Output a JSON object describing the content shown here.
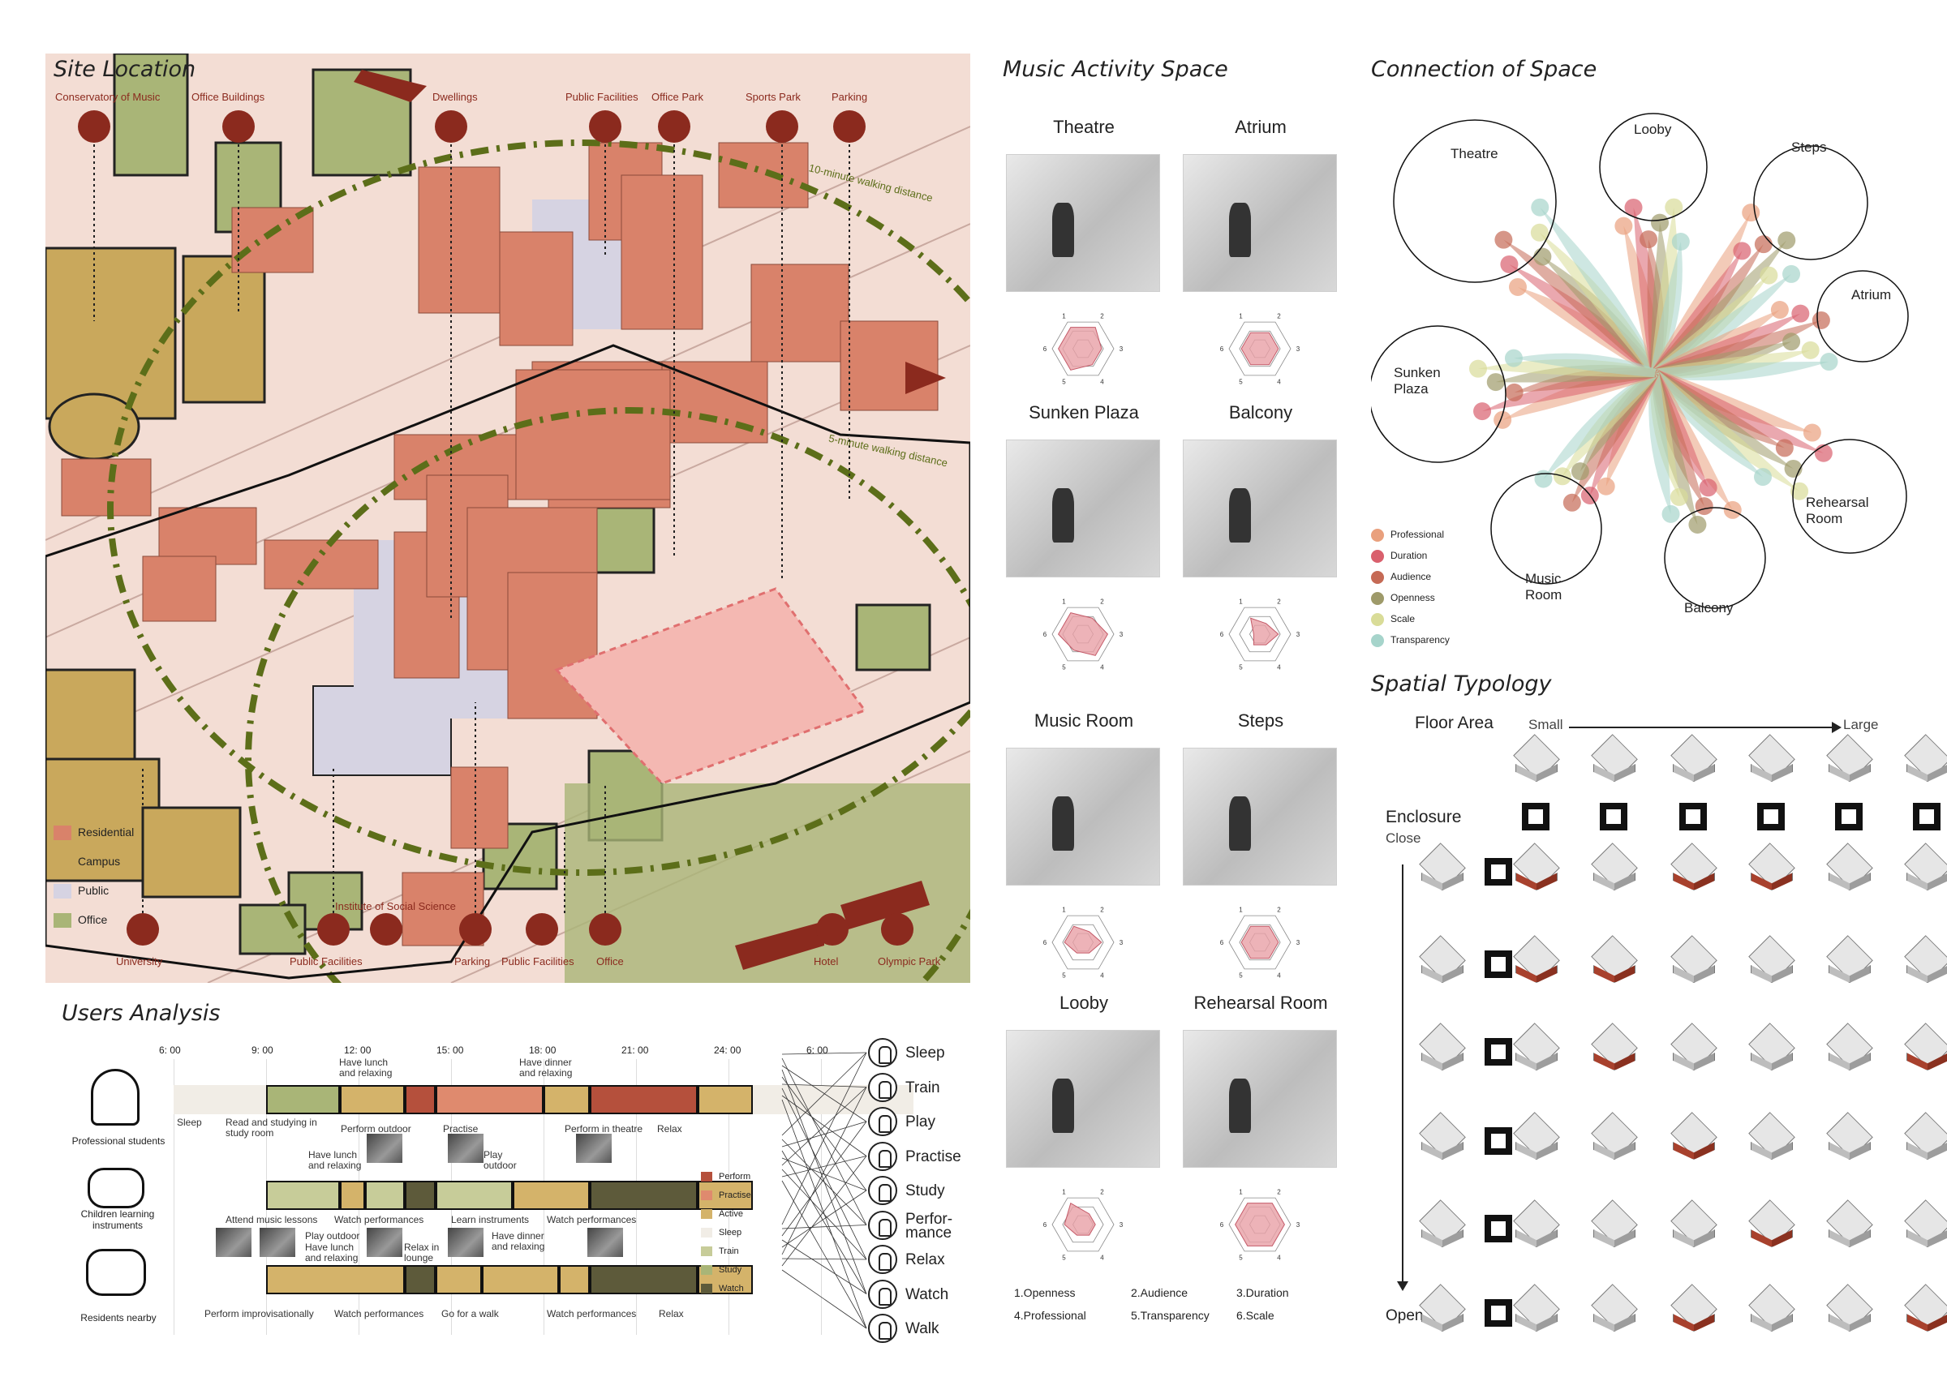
{
  "sections": {
    "site": "Site Location",
    "music": "Music Activity Space",
    "connection": "Connection of Space",
    "users": "Users Analysis",
    "typology": "Spatial Typology"
  },
  "site": {
    "labels_top": [
      "Conservatory of Music",
      "Office Buildings",
      "Dwellings",
      "Public Facilities",
      "Office Park",
      "Sports Park",
      "Parking"
    ],
    "labels_bottom": [
      "University",
      "Public Facilities",
      "Institute of Social Science",
      "Parking",
      "Public Facilities",
      "Office",
      "Hotel",
      "Olympic Park"
    ],
    "walk10": "10-minute walking distance",
    "walk5": "5-minute walking distance",
    "legend": [
      {
        "label": "Residential",
        "color": "#d9826a"
      },
      {
        "label": "Campus",
        "color": "#c9a85c"
      },
      {
        "label": "Public",
        "color": "#d6d3e2"
      },
      {
        "label": "Office",
        "color": "#a9b577"
      }
    ],
    "colors": {
      "bg": "#f3ddd4",
      "residential": "#d9826a",
      "campus": "#c9a85c",
      "public": "#d6d3e2",
      "office": "#a9b577",
      "ring": "#5c6e19",
      "arrow": "#8b2a1e"
    }
  },
  "spaces": [
    {
      "name": "Theatre",
      "values": [
        4,
        4,
        3,
        3,
        4,
        4
      ]
    },
    {
      "name": "Atrium",
      "values": [
        3,
        3,
        3,
        3,
        3,
        3
      ]
    },
    {
      "name": "Sunken Plaza",
      "values": [
        4,
        3,
        4,
        4,
        3,
        4
      ]
    },
    {
      "name": "Balcony",
      "values": [
        3,
        2,
        3,
        2,
        2,
        1
      ]
    },
    {
      "name": "Music Room",
      "values": [
        3,
        2,
        3,
        2,
        2,
        3
      ]
    },
    {
      "name": "Steps",
      "values": [
        3,
        3,
        3,
        3,
        3,
        3
      ]
    },
    {
      "name": "Looby",
      "values": [
        4,
        2,
        2,
        2,
        2,
        3
      ]
    },
    {
      "name": "Rehearsal Room",
      "values": [
        4,
        4,
        4,
        4,
        4,
        4
      ]
    }
  ],
  "radar_axes": [
    "1",
    "2",
    "3",
    "4",
    "5",
    "6"
  ],
  "radar_legend": [
    "1.Openness",
    "2.Audience",
    "3.Duration",
    "4.Professional",
    "5.Transparency",
    "6.Scale"
  ],
  "connection": {
    "nodes": [
      "Theatre",
      "Looby",
      "Steps",
      "Atrium",
      "Rehearsal Room",
      "Balcony",
      "Music Room",
      "Sunken Plaza"
    ],
    "legend": [
      {
        "label": "Professional",
        "color": "#e9a07d"
      },
      {
        "label": "Duration",
        "color": "#d9606d"
      },
      {
        "label": "Audience",
        "color": "#c56a55"
      },
      {
        "label": "Openness",
        "color": "#9e9a6a"
      },
      {
        "label": "Scale",
        "color": "#d9dc98"
      },
      {
        "label": "Transparency",
        "color": "#a6d4cb"
      }
    ]
  },
  "typology": {
    "floor_area": "Floor Area",
    "small": "Small",
    "large": "Large",
    "enclosure": "Enclosure",
    "close": "Close",
    "open": "Open"
  },
  "users": {
    "times": [
      "6: 00",
      "9: 00",
      "12: 00",
      "15: 00",
      "18: 00",
      "21: 00",
      "24: 00",
      "6: 00"
    ],
    "groups": [
      "Professional students",
      "Children learning instruments",
      "Residents nearby"
    ],
    "row1_labels": [
      "Sleep",
      "Read and studying in study room",
      "Have lunch and relaxing",
      "Perform outdoor",
      "Practise",
      "Have dinner and relaxing",
      "Perform in theatre",
      "Relax"
    ],
    "row2_labels": [
      "Have lunch and relaxing",
      "Play outdoor",
      "Attend music lessons",
      "Watch performances",
      "Learn instruments",
      "Watch performances"
    ],
    "row3_labels": [
      "Play outdoor",
      "Have lunch and relaxing",
      "Relax in lounge",
      "Have dinner and relaxing",
      "Perform improvisationally",
      "Watch performances",
      "Go for a walk",
      "Watch performances",
      "Relax"
    ],
    "legend": [
      {
        "label": "Perform",
        "color": "#b5503c"
      },
      {
        "label": "Practise",
        "color": "#df8a6e"
      },
      {
        "label": "Active",
        "color": "#d4b36a"
      },
      {
        "label": "Sleep",
        "color": "#f1ede6"
      },
      {
        "label": "Train",
        "color": "#c7cc99"
      },
      {
        "label": "Study",
        "color": "#a9b577"
      },
      {
        "label": "Watch",
        "color": "#5d5a3a"
      }
    ],
    "activities": [
      "Sleep",
      "Train",
      "Play",
      "Practise",
      "Study",
      "Perfor-mance",
      "Relax",
      "Watch",
      "Walk"
    ]
  }
}
